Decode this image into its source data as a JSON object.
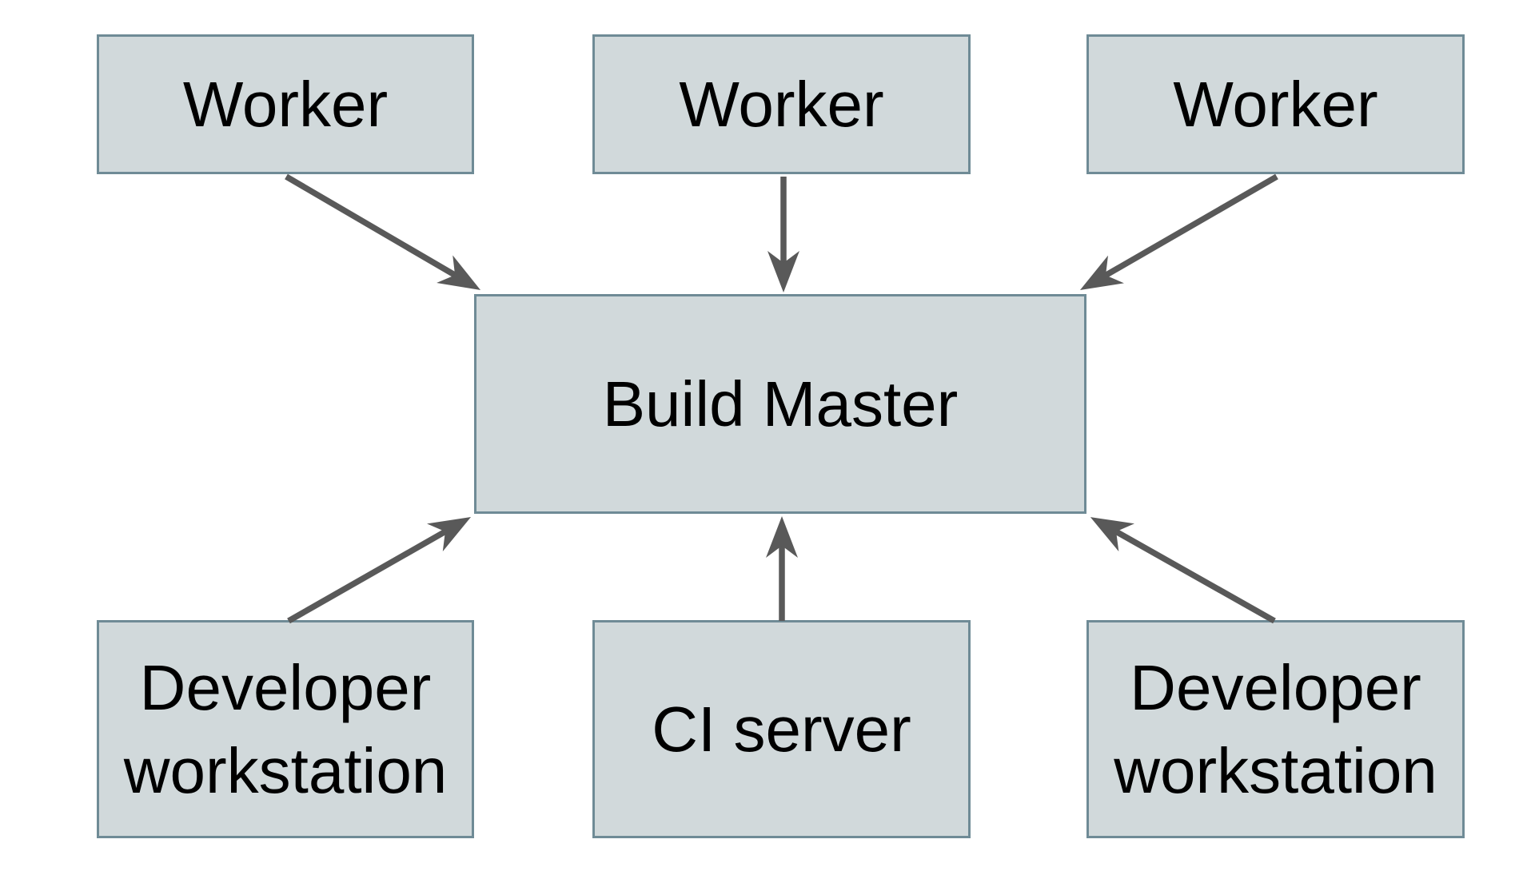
{
  "diagram": {
    "nodes": {
      "worker_1": {
        "label": "Worker"
      },
      "worker_2": {
        "label": "Worker"
      },
      "worker_3": {
        "label": "Worker"
      },
      "build_master": {
        "label": "Build Master"
      },
      "dev_workstation_left": {
        "label": "Developer workstation"
      },
      "ci_server": {
        "label": "CI server"
      },
      "dev_workstation_right": {
        "label": "Developer workstation"
      }
    },
    "edges": [
      {
        "from": "worker_1",
        "to": "build_master",
        "direction": "down"
      },
      {
        "from": "worker_2",
        "to": "build_master",
        "direction": "down"
      },
      {
        "from": "worker_3",
        "to": "build_master",
        "direction": "down"
      },
      {
        "from": "dev_workstation_left",
        "to": "build_master",
        "direction": "up"
      },
      {
        "from": "ci_server",
        "to": "build_master",
        "direction": "up"
      },
      {
        "from": "dev_workstation_right",
        "to": "build_master",
        "direction": "up"
      }
    ],
    "colors": {
      "background": "#ffffff",
      "node_fill": "#d1d9db",
      "node_border": "#6f8b96",
      "arrow": "#595959",
      "text": "#000000"
    }
  }
}
